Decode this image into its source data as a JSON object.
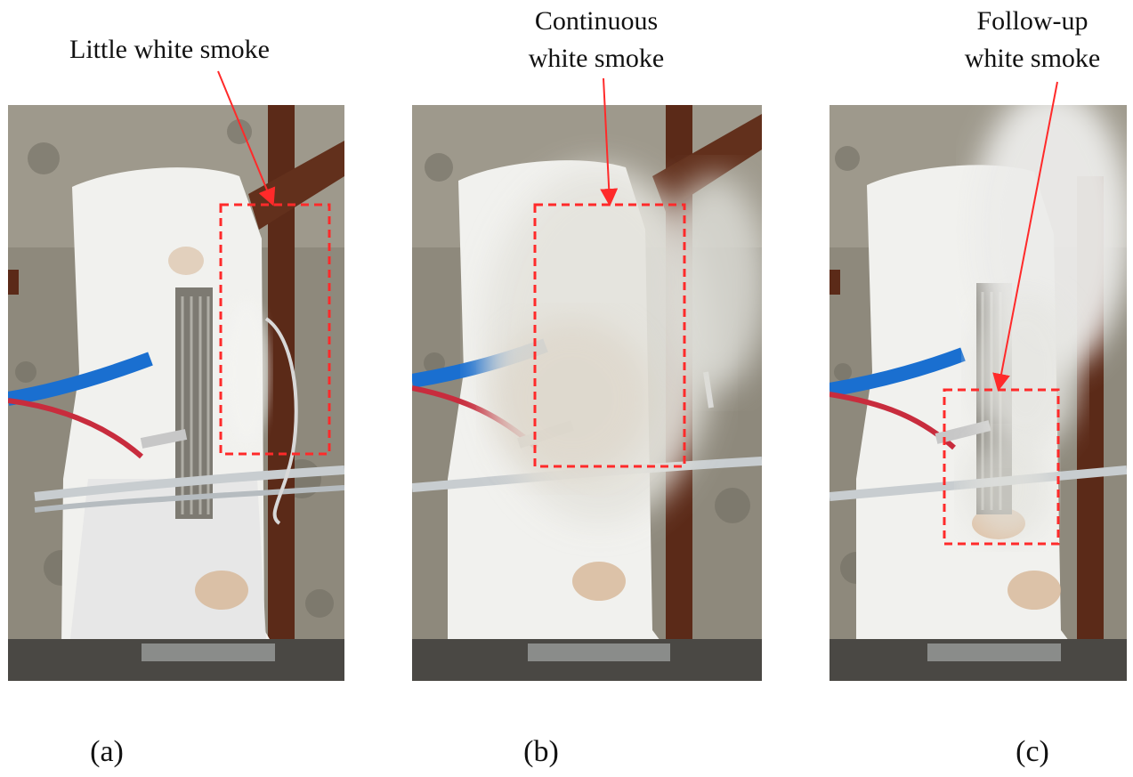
{
  "annotations": {
    "a": {
      "line1": "Little white smoke"
    },
    "b": {
      "line1": "Continuous",
      "line2": "white smoke"
    },
    "c": {
      "line1": "Follow-up",
      "line2": "white smoke"
    }
  },
  "subfigures": {
    "a": "(a)",
    "b": "(b)",
    "c": "(c)"
  },
  "colors": {
    "annotation_red": "#ff2a2a",
    "wall": "#8e897c",
    "rust": "#5b2a18",
    "insulation": "#eeeeec",
    "smoke": "#dcdcd6"
  }
}
